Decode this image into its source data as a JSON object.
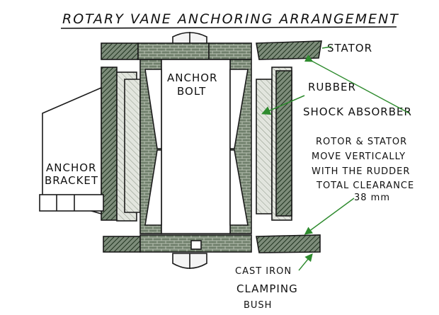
{
  "title": "ROTARY VANE ANCHORING ARRANGEMENT",
  "labels": {
    "stator": "STATOR",
    "anchor_bolt_line1": "ANCHOR",
    "anchor_bolt_line2": "BOLT",
    "rubber_line1": "RUBBER",
    "rubber_line2": "SHOCK ABSORBER",
    "anchor_bracket_line1": "ANCHOR",
    "anchor_bracket_line2": "BRACKET",
    "note_line1": "ROTOR & STATOR",
    "note_line2": "MOVE VERTICALLY",
    "note_line3": "WITH THE RUDDER",
    "note_line4": "TOTAL CLEARANCE",
    "note_line5": "38 mm",
    "bush_line1": "CAST IRON",
    "bush_line2": "CLAMPING",
    "bush_line3": "BUSH"
  },
  "colors": {
    "ink": "#111111",
    "steel_fill": "#5f6f5f",
    "rubber_fill": "#d7dbd4",
    "hatch": "#2f4a2f",
    "arrow": "#2e8b2e"
  }
}
